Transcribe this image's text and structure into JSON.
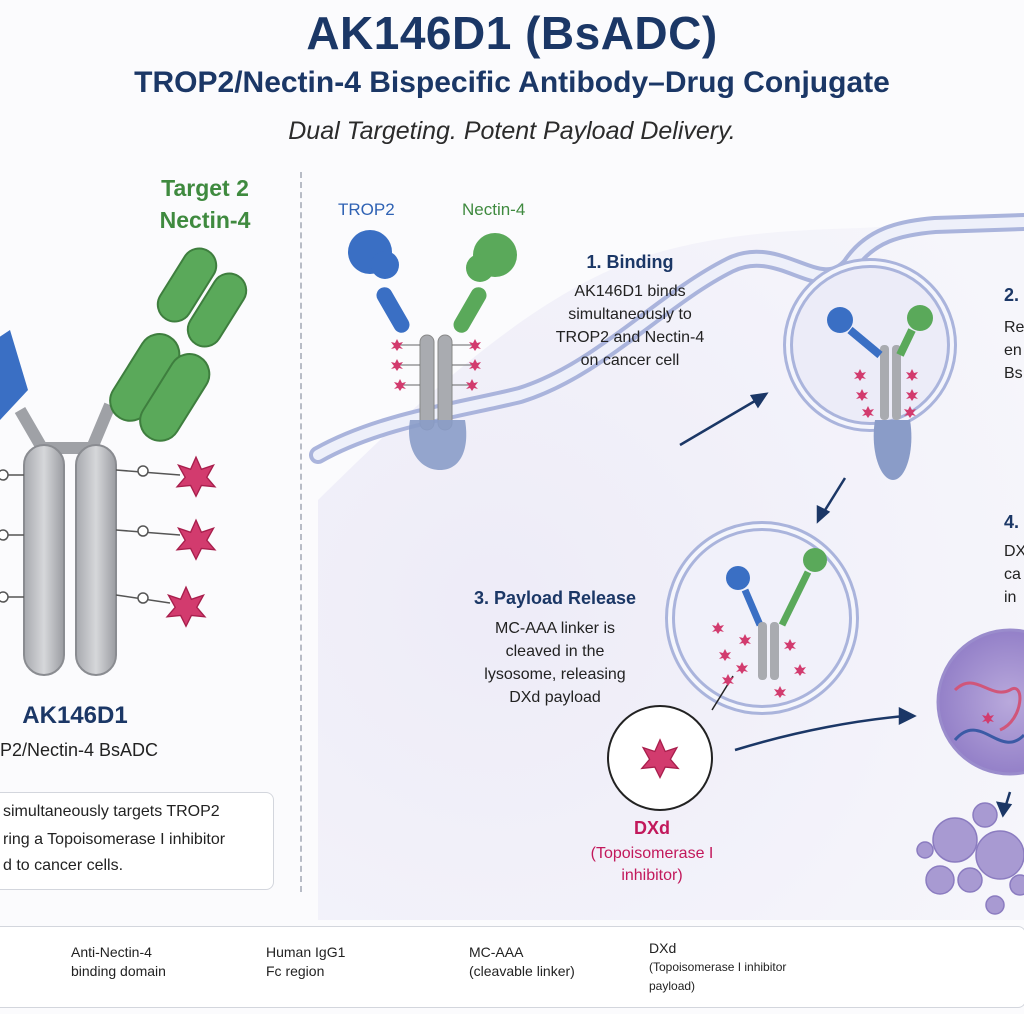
{
  "header": {
    "title": "AK146D1 (BsADC)",
    "subtitle": "TROP2/Nectin-4 Bispecific Antibody–Drug Conjugate",
    "tagline": "Dual Targeting. Potent Payload Delivery."
  },
  "left_panel": {
    "target2_line1": "Target 2",
    "target2_line2": "Nectin-4",
    "name": "AK146D1",
    "name_sub": "P2/Nectin-4 BsADC",
    "description_lines": [
      "simultaneously targets TROP2",
      "ring a Topoisomerase I inhibitor",
      "d to cancer cells."
    ]
  },
  "mechanism": {
    "trop2_label": "TROP2",
    "nectin4_label": "Nectin-4",
    "step1": {
      "title": "1. Binding",
      "lines": [
        "AK146D1 binds",
        "simultaneously to",
        "TROP2 and Nectin-4",
        "on cancer cell"
      ]
    },
    "step2": {
      "title": "2.",
      "lines": [
        "Re",
        "en",
        "Bs"
      ]
    },
    "step3": {
      "title": "3. Payload Release",
      "lines": [
        "MC-AAA linker is",
        "cleaved in the",
        "lysosome, releasing",
        "DXd payload"
      ]
    },
    "step4": {
      "title": "4.",
      "lines": [
        "DX",
        "ca",
        "in"
      ]
    },
    "payload_name": "DXd",
    "payload_desc_lines": [
      "(Topoisomerase I",
      "inhibitor)"
    ]
  },
  "legend": {
    "items": [
      {
        "line1": "Anti-Nectin-4",
        "line2": "binding domain",
        "icon": "nectin-domain-icon"
      },
      {
        "line1": "Human IgG1",
        "line2": "Fc region",
        "icon": "antibody-y-icon"
      },
      {
        "line1": "MC-AAA",
        "line2": "(cleavable linker)",
        "icon": "linker-icon"
      },
      {
        "line1": "DXd",
        "line2": "(Topoisomerase I inhibitor",
        "line3": "payload)",
        "icon": "payload-star-icon"
      }
    ]
  },
  "colors": {
    "title_navy": "#1b3766",
    "trop2_blue": "#2f62b4",
    "nectin_green": "#3f8a3f",
    "payload_pink": "#c2185b",
    "membrane": "#aab4dc",
    "cell_fill": "#e9e9f6"
  }
}
